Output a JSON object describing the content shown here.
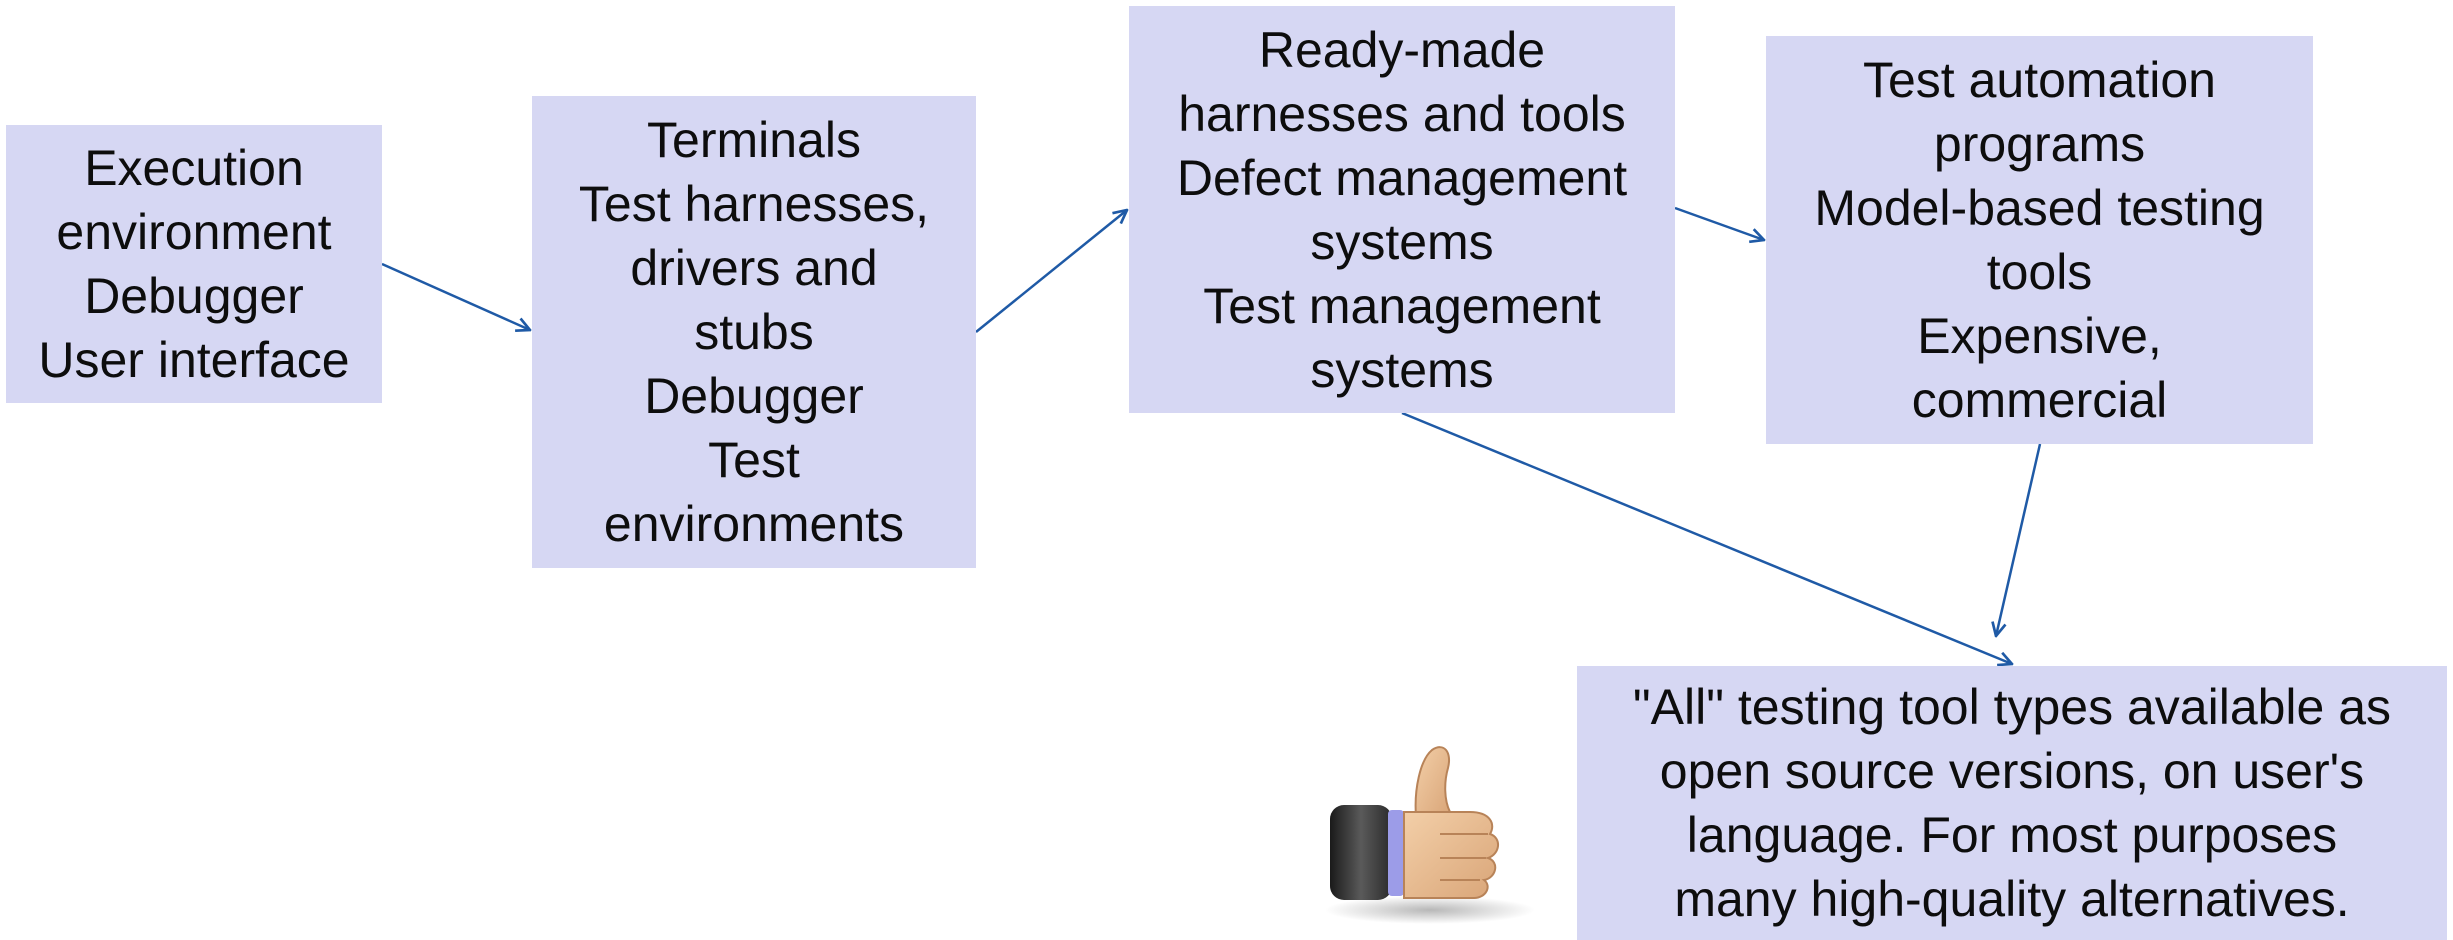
{
  "boxes": {
    "execution": {
      "lines": [
        "Execution",
        "environment",
        "Debugger",
        "User interface"
      ]
    },
    "terminals": {
      "lines": [
        "Terminals",
        "Test harnesses,",
        "drivers and",
        "stubs",
        "Debugger",
        "Test",
        "environments"
      ]
    },
    "readymade": {
      "lines": [
        "Ready-made",
        "harnesses and tools",
        "Defect management",
        "systems",
        "Test management",
        "systems"
      ]
    },
    "automation": {
      "lines": [
        "Test automation",
        "programs",
        "Model-based testing",
        "tools",
        "Expensive,",
        "commercial"
      ]
    },
    "opensource": {
      "lines": [
        "\"All\" testing tool types available as",
        "open source versions, on user's",
        "language. For most purposes",
        "many high-quality alternatives."
      ]
    }
  },
  "icons": {
    "thumbs_up": "thumbs-up-icon"
  },
  "colors": {
    "box_fill": "#d6d7f3",
    "arrow": "#1f5aa6",
    "text": "#0d0d0d"
  }
}
